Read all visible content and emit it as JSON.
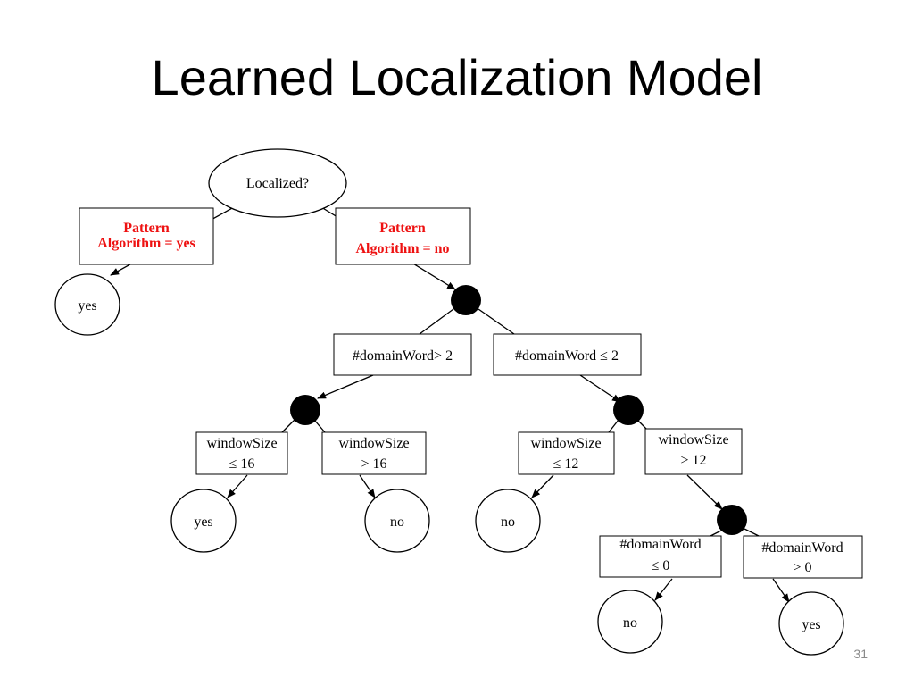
{
  "title": "Learned Localization Model",
  "page_number": "31",
  "colors": {
    "condition_highlight": "#ee1111",
    "line": "#000000"
  },
  "tree": {
    "root": "Localized?",
    "pattern_yes": [
      "Pattern",
      "Algorithm = yes"
    ],
    "pattern_no": [
      "Pattern",
      "Algorithm = no"
    ],
    "leaf_pattern_yes": "yes",
    "domain_gt2": "#domainWord> 2",
    "domain_le2": "#domainWord ≤ 2",
    "ws_le16": [
      "windowSize",
      "≤ 16"
    ],
    "ws_gt16": [
      "windowSize",
      "> 16"
    ],
    "ws_le12": [
      "windowSize",
      "≤ 12"
    ],
    "ws_gt12": [
      "windowSize",
      "> 12"
    ],
    "leaf_ws_le16": "yes",
    "leaf_ws_gt16": "no",
    "leaf_ws_le12": "no",
    "dw_le0": [
      "#domainWord",
      "≤ 0"
    ],
    "dw_gt0": [
      "#domainWord",
      "> 0"
    ],
    "leaf_dw_le0": "no",
    "leaf_dw_gt0": "yes"
  }
}
